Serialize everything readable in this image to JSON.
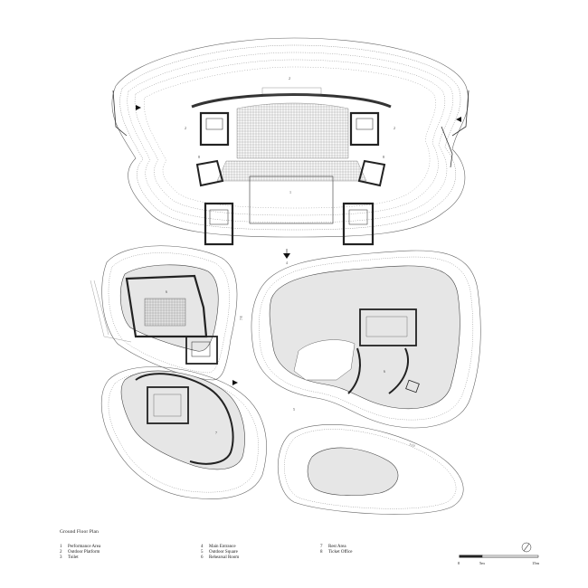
{
  "plan": {
    "caption": "Ground Floor Plan",
    "legend": [
      {
        "num": "1",
        "label": "Performance Area"
      },
      {
        "num": "2",
        "label": "Outdoor Platform"
      },
      {
        "num": "3",
        "label": "Toilet"
      },
      {
        "num": "4",
        "label": "Main Entrance"
      },
      {
        "num": "5",
        "label": "Outdoor Square"
      },
      {
        "num": "6",
        "label": "Rehearsal Room"
      },
      {
        "num": "7",
        "label": "Rest Area"
      },
      {
        "num": "8",
        "label": "Ticket Office"
      }
    ],
    "scale": {
      "labels": [
        "0",
        "5m",
        "15m"
      ]
    },
    "room_labels": {
      "top_stage": "2",
      "performance": "1",
      "left_platform": "2",
      "right_platform": "2",
      "ticket_left": "8",
      "ticket_right": "8",
      "entrance": "4",
      "rehearsal": "6",
      "rest_area": "7",
      "square": "5",
      "right_room": "6",
      "ramp_left": "7/8",
      "ramp_bottom": "1/10"
    }
  }
}
